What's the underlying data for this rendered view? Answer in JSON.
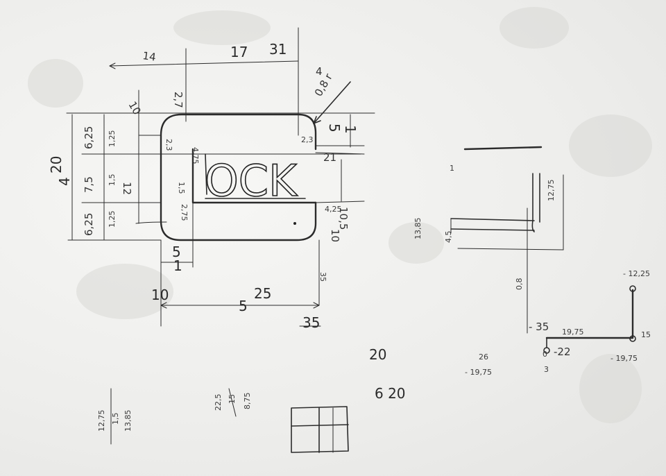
{
  "colors": {
    "paper": "#f3f3f1",
    "ink": "#2b2b2b"
  },
  "sketch": {
    "logo_text": "OCK",
    "dims": {
      "top_14": "14",
      "top_17": "17",
      "top_31": "31",
      "radius_4": "4",
      "radius_08r": "0,8 r",
      "left_20": "20",
      "left_4": "4",
      "left_625_top": "6,25",
      "left_75": "7,5",
      "left_625_bot": "6,25",
      "left_125_a": "1,25",
      "left_15": "1,5",
      "left_125_b": "1,25",
      "diag_10": "10",
      "diag_12": "12",
      "inner_27": "2,7",
      "inner_23": "2,3",
      "inner_475": "4,75",
      "inner_15": "1,5",
      "inner_275": "2,75",
      "right_23": "2,3",
      "right_5": "5",
      "right_1": "1",
      "right_21": "21",
      "right_105": "10,5",
      "right_10": "10",
      "right_425": "4,25",
      "right_35": "35",
      "bottom_5": "5",
      "bottom_1": "1",
      "bottom_10": "10",
      "bottom_25": "25",
      "bottom_5b": "5",
      "bottom_35": "35"
    },
    "bracket": {
      "label_1": "1",
      "label_1385": "13,85",
      "label_45": "4,5",
      "label_1275": "12,75",
      "label_03": "0,8"
    },
    "coords": {
      "c_1225": "- 12,25",
      "c_35": "- 35",
      "c_1975a": "19,75",
      "c_15": "15",
      "c_22": "-22",
      "c_0": "0",
      "c_3": "3",
      "c_1975b": "- 19,75",
      "c_26": "26",
      "c_1975c": "- 19,75"
    },
    "misc": {
      "n_20": "20",
      "n_620": "6 20",
      "v_1275": "12,75",
      "v_15": "1,5",
      "v_1385": "13,85",
      "v_225": "22,5",
      "v_15b": "15",
      "v_875": "8,75"
    }
  }
}
